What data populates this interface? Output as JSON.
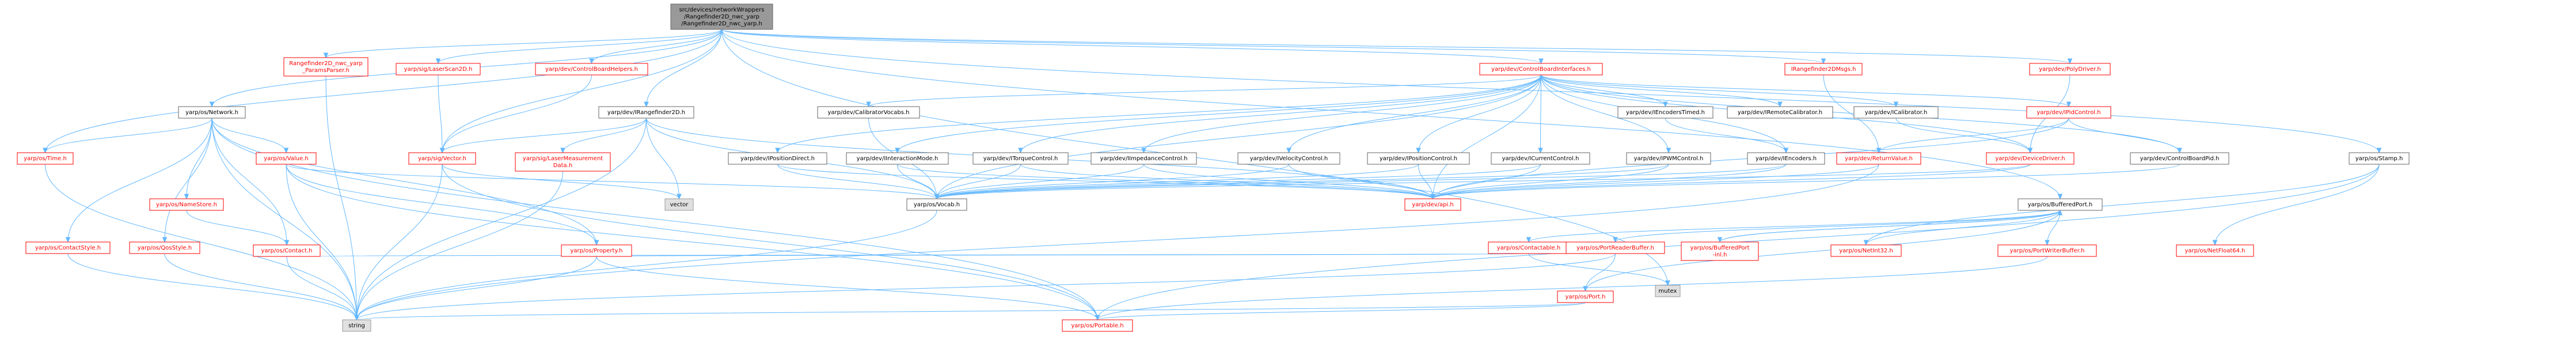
{
  "colors": {
    "edge": "#63b8ff",
    "root_fill": "#999999",
    "root_stroke": "#666666",
    "node_fill": "#ffffff",
    "red_stroke": "#ff0000",
    "grey_stroke": "#666666",
    "system_fill": "#e0e0e0",
    "system_stroke": "#999999",
    "red_text": "#ff0000",
    "text": "#000000"
  },
  "nodes": [
    {
      "id": "root",
      "lines": [
        "src/devices/networkWrappers",
        "/Rangefinder2D_nwc_yarp",
        "/Rangefinder2D_nwc_yarp.h"
      ],
      "kind": "root"
    },
    {
      "id": "params",
      "lines": [
        "Rangefinder2D_nwc_yarp",
        "_ParamsParser.h"
      ],
      "kind": "red"
    },
    {
      "id": "laserscan",
      "lines": [
        "yarp/sig/LaserScan2D.h"
      ],
      "kind": "red"
    },
    {
      "id": "cbhelpers",
      "lines": [
        "yarp/dev/ControlBoardHelpers.h"
      ],
      "kind": "red"
    },
    {
      "id": "cbi",
      "lines": [
        "yarp/dev/ControlBoardInterfaces.h"
      ],
      "kind": "red"
    },
    {
      "id": "irf2dmsgs",
      "lines": [
        "IRangefinder2DMsgs.h"
      ],
      "kind": "red"
    },
    {
      "id": "polydriver",
      "lines": [
        "yarp/dev/PolyDriver.h"
      ],
      "kind": "red"
    },
    {
      "id": "network",
      "lines": [
        "yarp/os/Network.h"
      ],
      "kind": "grey"
    },
    {
      "id": "irf2d",
      "lines": [
        "yarp/dev/IRangefinder2D.h"
      ],
      "kind": "grey"
    },
    {
      "id": "calvocabs",
      "lines": [
        "yarp/dev/CalibratorVocabs.h"
      ],
      "kind": "grey"
    },
    {
      "id": "iencodertimed",
      "lines": [
        "yarp/dev/IEncodersTimed.h"
      ],
      "kind": "grey"
    },
    {
      "id": "iremotecal",
      "lines": [
        "yarp/dev/IRemoteCalibrator.h"
      ],
      "kind": "grey"
    },
    {
      "id": "icalibrator",
      "lines": [
        "yarp/dev/ICalibrator.h"
      ],
      "kind": "grey"
    },
    {
      "id": "ipid",
      "lines": [
        "yarp/dev/IPidControl.h"
      ],
      "kind": "red"
    },
    {
      "id": "stamp",
      "lines": [
        "yarp/os/Stamp.h"
      ],
      "kind": "grey"
    },
    {
      "id": "time",
      "lines": [
        "yarp/os/Time.h"
      ],
      "kind": "red"
    },
    {
      "id": "value",
      "lines": [
        "yarp/os/Value.h"
      ],
      "kind": "red"
    },
    {
      "id": "vector",
      "lines": [
        "yarp/sig/Vector.h"
      ],
      "kind": "red"
    },
    {
      "id": "lasermeas",
      "lines": [
        "yarp/sig/LaserMeasurement",
        "Data.h"
      ],
      "kind": "red"
    },
    {
      "id": "iposdirect",
      "lines": [
        "yarp/dev/IPositionDirect.h"
      ],
      "kind": "grey"
    },
    {
      "id": "iinteraction",
      "lines": [
        "yarp/dev/IInteractionMode.h"
      ],
      "kind": "grey"
    },
    {
      "id": "itorque",
      "lines": [
        "yarp/dev/ITorqueControl.h"
      ],
      "kind": "grey"
    },
    {
      "id": "iimpedance",
      "lines": [
        "yarp/dev/IImpedanceControl.h"
      ],
      "kind": "grey"
    },
    {
      "id": "ivelocity",
      "lines": [
        "yarp/dev/IVelocityControl.h"
      ],
      "kind": "grey"
    },
    {
      "id": "ipositionctrl",
      "lines": [
        "yarp/dev/IPositionControl.h"
      ],
      "kind": "grey"
    },
    {
      "id": "icurrent",
      "lines": [
        "yarp/dev/ICurrentControl.h"
      ],
      "kind": "grey"
    },
    {
      "id": "ipwm",
      "lines": [
        "yarp/dev/IPWMControl.h"
      ],
      "kind": "grey"
    },
    {
      "id": "iencoders",
      "lines": [
        "yarp/dev/IEncoders.h"
      ],
      "kind": "grey"
    },
    {
      "id": "returnvalue",
      "lines": [
        "yarp/dev/ReturnValue.h"
      ],
      "kind": "red"
    },
    {
      "id": "devicedriver",
      "lines": [
        "yarp/dev/DeviceDriver.h"
      ],
      "kind": "red"
    },
    {
      "id": "cbpid",
      "lines": [
        "yarp/dev/ControlBoardPid.h"
      ],
      "kind": "grey"
    },
    {
      "id": "namestore",
      "lines": [
        "yarp/os/NameStore.h"
      ],
      "kind": "red"
    },
    {
      "id": "vectorsys",
      "lines": [
        "vector"
      ],
      "kind": "system"
    },
    {
      "id": "vocab",
      "lines": [
        "yarp/os/Vocab.h"
      ],
      "kind": "grey"
    },
    {
      "id": "api",
      "lines": [
        "yarp/dev/api.h"
      ],
      "kind": "red"
    },
    {
      "id": "bufferedport",
      "lines": [
        "yarp/os/BufferedPort.h"
      ],
      "kind": "grey"
    },
    {
      "id": "contactstyle",
      "lines": [
        "yarp/os/ContactStyle.h"
      ],
      "kind": "red"
    },
    {
      "id": "qosstyle",
      "lines": [
        "yarp/os/QosStyle.h"
      ],
      "kind": "red"
    },
    {
      "id": "contact",
      "lines": [
        "yarp/os/Contact.h"
      ],
      "kind": "red"
    },
    {
      "id": "property",
      "lines": [
        "yarp/os/Property.h"
      ],
      "kind": "red"
    },
    {
      "id": "contactable",
      "lines": [
        "yarp/os/Contactable.h"
      ],
      "kind": "red"
    },
    {
      "id": "portreaderbuffer",
      "lines": [
        "yarp/os/PortReaderBuffer.h"
      ],
      "kind": "red"
    },
    {
      "id": "bufferedportint",
      "lines": [
        "yarp/os/BufferedPort",
        "-inl.h"
      ],
      "kind": "red"
    },
    {
      "id": "netint32",
      "lines": [
        "yarp/os/NetInt32.h"
      ],
      "kind": "red"
    },
    {
      "id": "portwriterbuffer",
      "lines": [
        "yarp/os/PortWriterBuffer.h"
      ],
      "kind": "red"
    },
    {
      "id": "netfloat64",
      "lines": [
        "yarp/os/NetFloat64.h"
      ],
      "kind": "red"
    },
    {
      "id": "port",
      "lines": [
        "yarp/os/Port.h"
      ],
      "kind": "red"
    },
    {
      "id": "mutex",
      "lines": [
        "mutex"
      ],
      "kind": "system"
    },
    {
      "id": "string",
      "lines": [
        "string"
      ],
      "kind": "system"
    },
    {
      "id": "portable",
      "lines": [
        "yarp/os/Portable.h"
      ],
      "kind": "red"
    }
  ],
  "edges": [
    [
      "root",
      "params"
    ],
    [
      "root",
      "laserscan"
    ],
    [
      "root",
      "cbhelpers"
    ],
    [
      "root",
      "cbi"
    ],
    [
      "root",
      "irf2dmsgs"
    ],
    [
      "root",
      "polydriver"
    ],
    [
      "root",
      "network"
    ],
    [
      "root",
      "irf2d"
    ],
    [
      "root",
      "stamp"
    ],
    [
      "root",
      "vector"
    ],
    [
      "root",
      "time"
    ],
    [
      "root",
      "bufferedport"
    ],
    [
      "root",
      "mutex"
    ],
    [
      "params",
      "string"
    ],
    [
      "laserscan",
      "vector"
    ],
    [
      "cbhelpers",
      "vector"
    ],
    [
      "irf2dmsgs",
      "returnvalue"
    ],
    [
      "polydriver",
      "devicedriver"
    ],
    [
      "network",
      "time"
    ],
    [
      "network",
      "value"
    ],
    [
      "network",
      "namestore"
    ],
    [
      "network",
      "contact"
    ],
    [
      "network",
      "contactstyle"
    ],
    [
      "network",
      "qosstyle"
    ],
    [
      "network",
      "property"
    ],
    [
      "network",
      "portable"
    ],
    [
      "network",
      "string"
    ],
    [
      "irf2d",
      "vector"
    ],
    [
      "irf2d",
      "lasermeas"
    ],
    [
      "irf2d",
      "vocab"
    ],
    [
      "irf2d",
      "vectorsys"
    ],
    [
      "irf2d",
      "api"
    ],
    [
      "irf2d",
      "string"
    ],
    [
      "cbi",
      "calvocabs"
    ],
    [
      "cbi",
      "iencodertimed"
    ],
    [
      "cbi",
      "iremotecal"
    ],
    [
      "cbi",
      "icalibrator"
    ],
    [
      "cbi",
      "ipid"
    ],
    [
      "cbi",
      "cbpid"
    ],
    [
      "cbi",
      "iposdirect"
    ],
    [
      "cbi",
      "iinteraction"
    ],
    [
      "cbi",
      "itorque"
    ],
    [
      "cbi",
      "iimpedance"
    ],
    [
      "cbi",
      "ivelocity"
    ],
    [
      "cbi",
      "ipositionctrl"
    ],
    [
      "cbi",
      "icurrent"
    ],
    [
      "cbi",
      "ipwm"
    ],
    [
      "cbi",
      "iencoders"
    ],
    [
      "cbi",
      "devicedriver"
    ],
    [
      "cbi",
      "api"
    ],
    [
      "cbi",
      "vocab"
    ],
    [
      "calvocabs",
      "vocab"
    ],
    [
      "iencodertimed",
      "iencoders"
    ],
    [
      "iremotecal",
      "icalibrator"
    ],
    [
      "icalibrator",
      "devicedriver"
    ],
    [
      "ipid",
      "cbpid"
    ],
    [
      "ipid",
      "api"
    ],
    [
      "ipid",
      "returnvalue"
    ],
    [
      "cbpid",
      "api"
    ],
    [
      "iposdirect",
      "vocab"
    ],
    [
      "iposdirect",
      "api"
    ],
    [
      "iinteraction",
      "vocab"
    ],
    [
      "iinteraction",
      "api"
    ],
    [
      "itorque",
      "vocab"
    ],
    [
      "itorque",
      "api"
    ],
    [
      "iimpedance",
      "vocab"
    ],
    [
      "iimpedance",
      "api"
    ],
    [
      "ivelocity",
      "vocab"
    ],
    [
      "ivelocity",
      "api"
    ],
    [
      "ipositionctrl",
      "vocab"
    ],
    [
      "ipositionctrl",
      "api"
    ],
    [
      "icurrent",
      "vocab"
    ],
    [
      "icurrent",
      "api"
    ],
    [
      "ipwm",
      "vocab"
    ],
    [
      "ipwm",
      "api"
    ],
    [
      "iencoders",
      "vocab"
    ],
    [
      "iencoders",
      "api"
    ],
    [
      "returnvalue",
      "api"
    ],
    [
      "returnvalue",
      "string"
    ],
    [
      "devicedriver",
      "api"
    ],
    [
      "devicedriver",
      "vocab"
    ],
    [
      "time",
      "string"
    ],
    [
      "value",
      "portable"
    ],
    [
      "value",
      "string"
    ],
    [
      "value",
      "property"
    ],
    [
      "value",
      "vocab"
    ],
    [
      "vector",
      "vectorsys"
    ],
    [
      "vector",
      "string"
    ],
    [
      "vector",
      "portable"
    ],
    [
      "lasermeas",
      "string"
    ],
    [
      "namestore",
      "contact"
    ],
    [
      "contactstyle",
      "string"
    ],
    [
      "qosstyle",
      "string"
    ],
    [
      "contact",
      "string"
    ],
    [
      "vocab",
      "string"
    ],
    [
      "property",
      "portable"
    ],
    [
      "property",
      "string"
    ],
    [
      "bufferedport",
      "contactable"
    ],
    [
      "bufferedport",
      "portreaderbuffer"
    ],
    [
      "bufferedport",
      "bufferedportint"
    ],
    [
      "bufferedport",
      "port"
    ],
    [
      "bufferedport",
      "portwriterbuffer"
    ],
    [
      "bufferedport",
      "netint32"
    ],
    [
      "bufferedportint",
      "bufferedport"
    ],
    [
      "contactable",
      "contact"
    ],
    [
      "contactable",
      "property"
    ],
    [
      "contactable",
      "mutex"
    ],
    [
      "portreaderbuffer",
      "port"
    ],
    [
      "portreaderbuffer",
      "string"
    ],
    [
      "port",
      "portable"
    ],
    [
      "port",
      "string"
    ],
    [
      "portwriterbuffer",
      "portable"
    ],
    [
      "stamp",
      "portable"
    ],
    [
      "stamp",
      "netint32"
    ],
    [
      "stamp",
      "netfloat64"
    ]
  ]
}
